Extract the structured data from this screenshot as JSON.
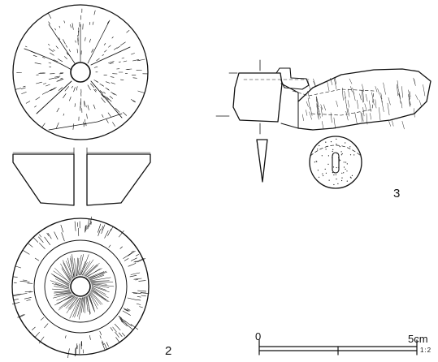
{
  "figure_labels": {
    "fig2": "2",
    "fig3": "3"
  },
  "scale_bar": {
    "start_label": "0",
    "end_label": "5cm",
    "ratio": "1:2"
  },
  "icons": [
    "spindle-whorl-top-view-icon",
    "spindle-whorl-section-icon",
    "spindle-whorl-bottom-view-icon",
    "whetstone-fragment-icon",
    "whetstone-section-icon",
    "whetstone-end-view-icon"
  ]
}
